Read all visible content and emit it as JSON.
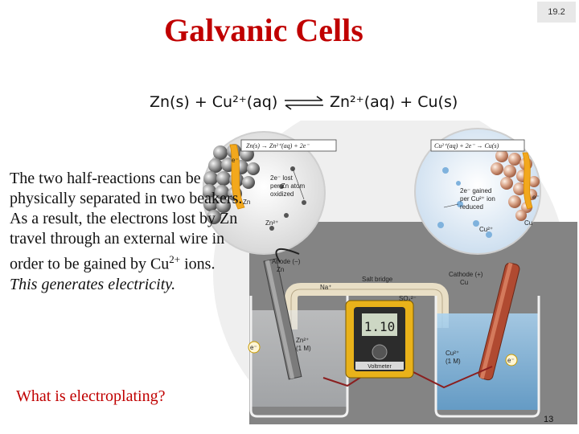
{
  "slide": {
    "title": "Galvanic Cells",
    "section_badge": "19.2",
    "page_number": "13"
  },
  "equation": {
    "left": "Zn(s) + Cu²⁺(aq)",
    "right": "Zn²⁺(aq) + Cu(s)"
  },
  "body": {
    "para1": "The two half-reactions can be physically separated in two beakers.",
    "para2_start": "As a result, the electrons lost by Zn travel through an external wire in order to be gained by Cu",
    "para2_sup": "2+",
    "para2_end": " ions.",
    "para3": "This generates electricity."
  },
  "question": "What is electroplating?",
  "figure": {
    "left_reaction": "Zn(s) → Zn²⁺(aq) + 2e⁻",
    "right_reaction": "Cu²⁺(aq) + 2e⁻ → Cu(s)",
    "left_note_1": "2e⁻ lost",
    "left_note_2": "per Zn atom",
    "left_note_3": "oxidized",
    "right_note_1": "2e⁻ gained",
    "right_note_2": "per Cu²⁺ ion",
    "right_note_3": "reduced",
    "zn_ion": "Zn²⁺",
    "cu_ion": "Cu²⁺",
    "zn_label": "Zn",
    "cu_label": "Cu",
    "e_label": "e⁻",
    "anode_1": "Anode (−)",
    "anode_2": "Zn",
    "cathode_1": "Cathode (+)",
    "cathode_2": "Cu",
    "salt_bridge": "Salt bridge",
    "na_ion": "Na⁺",
    "so4_ion": "SO₄²⁻",
    "left_sol_1": "Zn²⁺",
    "left_sol_2": "(1 M)",
    "right_sol_1": "Cu²⁺",
    "right_sol_2": "(1 M)",
    "meter_reading": "1.10",
    "meter_label": "Voltmeter"
  }
}
